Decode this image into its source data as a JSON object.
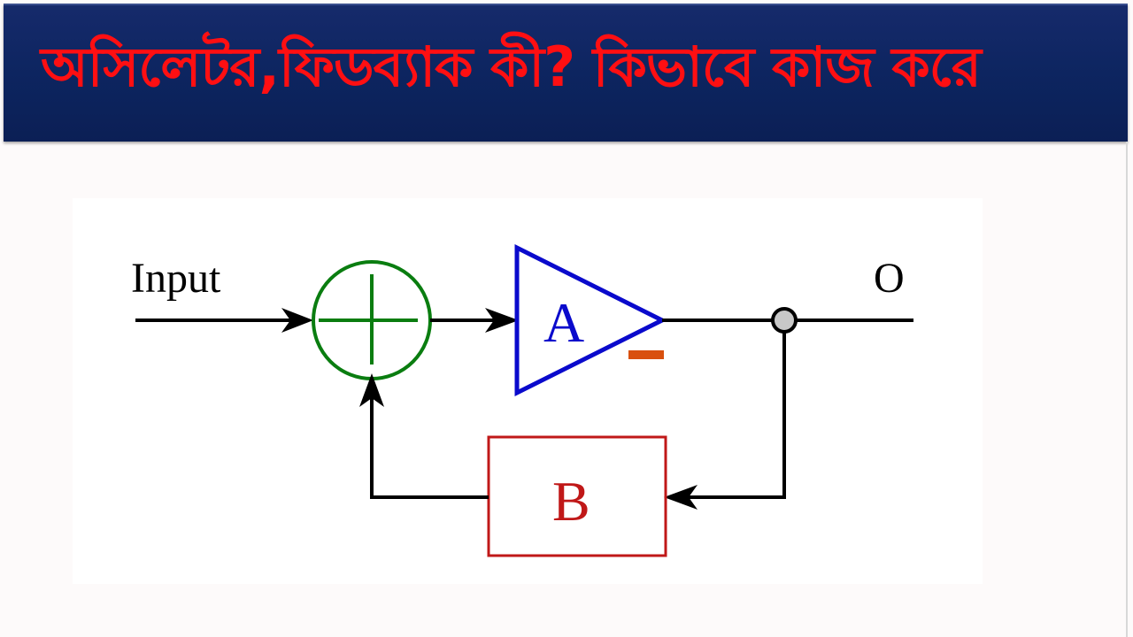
{
  "title": {
    "text": "অসিলেটর,ফিডব্যাক কী? কিভাবে কাজ করে"
  },
  "diagram": {
    "input_label": "Input",
    "output_label": "O",
    "amplifier_label": "A",
    "feedback_label": "B",
    "colors": {
      "signal_line": "#000000",
      "summing_junction": "#0a7d10",
      "amplifier": "#0a0acc",
      "amplifier_marker": "#d9500e",
      "feedback_block": "#c01818",
      "output_node_fill": "#c8c8c8",
      "title_text": "#ff0f12",
      "banner_background": "#0d2560"
    }
  }
}
